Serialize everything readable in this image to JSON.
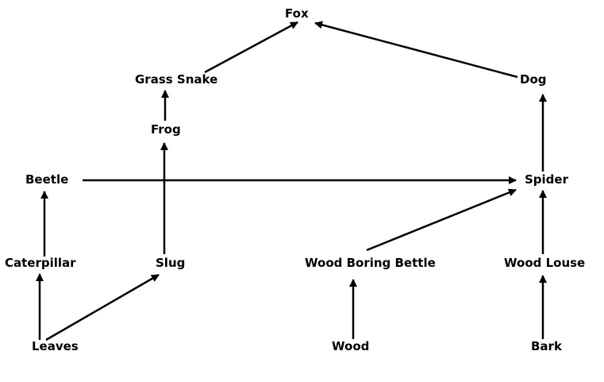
{
  "diagram": {
    "nodes": [
      {
        "id": "fox",
        "label": "Fox"
      },
      {
        "id": "grass_snake",
        "label": "Grass Snake"
      },
      {
        "id": "dog",
        "label": "Dog"
      },
      {
        "id": "frog",
        "label": "Frog"
      },
      {
        "id": "beetle",
        "label": "Beetle"
      },
      {
        "id": "spider",
        "label": "Spider"
      },
      {
        "id": "caterpillar",
        "label": "Caterpillar"
      },
      {
        "id": "slug",
        "label": "Slug"
      },
      {
        "id": "wood_boring_bettle",
        "label": "Wood Boring Bettle"
      },
      {
        "id": "wood_louse",
        "label": "Wood Louse"
      },
      {
        "id": "leaves",
        "label": "Leaves"
      },
      {
        "id": "wood",
        "label": "Wood"
      },
      {
        "id": "bark",
        "label": "Bark"
      }
    ],
    "edges": [
      {
        "from": "grass_snake",
        "to": "fox"
      },
      {
        "from": "dog",
        "to": "fox"
      },
      {
        "from": "frog",
        "to": "grass_snake"
      },
      {
        "from": "spider",
        "to": "dog"
      },
      {
        "from": "slug",
        "to": "frog"
      },
      {
        "from": "beetle",
        "to": "spider"
      },
      {
        "from": "wood_boring_bettle",
        "to": "spider"
      },
      {
        "from": "wood_louse",
        "to": "spider"
      },
      {
        "from": "caterpillar",
        "to": "beetle"
      },
      {
        "from": "leaves",
        "to": "caterpillar"
      },
      {
        "from": "leaves",
        "to": "slug"
      },
      {
        "from": "wood",
        "to": "wood_boring_bettle"
      },
      {
        "from": "bark",
        "to": "wood_louse"
      }
    ],
    "colors": {
      "line": "#000000",
      "text": "#000000",
      "background": "#ffffff"
    }
  }
}
